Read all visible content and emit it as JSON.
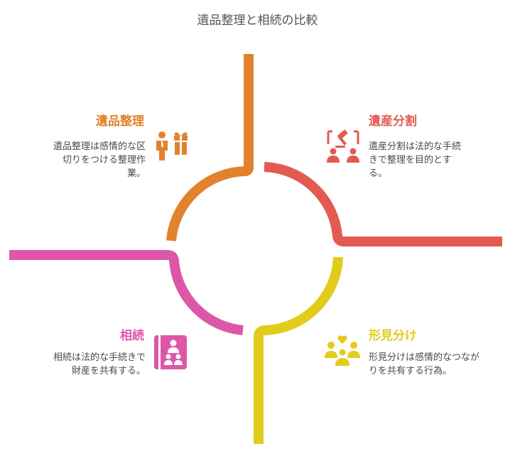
{
  "title": "遺品整理と相続の比較",
  "colors": {
    "orange": "#E0832C",
    "red": "#E35A52",
    "yellow": "#E2CC1B",
    "pink": "#DD57A8"
  },
  "quadrants": {
    "top_left": {
      "title": "遺品整理",
      "desc": [
        "遺品整理は感情的な区",
        "切りをつける整理作",
        "業。"
      ],
      "icon": "person-with-gift-icon"
    },
    "top_right": {
      "title": "遺産分割",
      "desc": [
        "遺産分割は法的な手続",
        "きで整理を目的とす",
        "る。"
      ],
      "icon": "gavel-people-icon"
    },
    "bottom_left": {
      "title": "相続",
      "desc": [
        "相続は法的な手続きで",
        "財産を共有する。"
      ],
      "icon": "family-document-icon"
    },
    "bottom_right": {
      "title": "形見分け",
      "desc": [
        "形見分けは感情的なつなが",
        "りを共有する行為。"
      ],
      "icon": "family-heart-icon"
    }
  }
}
